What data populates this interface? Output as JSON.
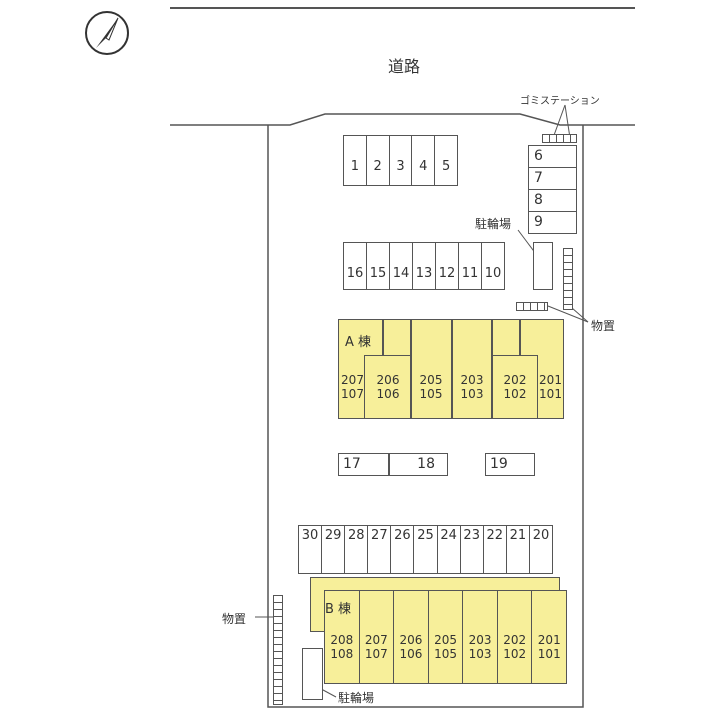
{
  "road_label": "道路",
  "garbage_station_label": "ゴミステーション",
  "bicycle_parking_label": "駐輪場",
  "storage_label": "物置",
  "parking_row_1": [
    "1",
    "2",
    "3",
    "4",
    "5"
  ],
  "parking_col_right": [
    "6",
    "7",
    "8",
    "9"
  ],
  "parking_row_2": [
    "16",
    "15",
    "14",
    "13",
    "12",
    "11",
    "10"
  ],
  "parking_mid": {
    "left": "17",
    "right": "18",
    "single": "19"
  },
  "parking_row_3": [
    "30",
    "29",
    "28",
    "27",
    "26",
    "25",
    "24",
    "23",
    "22",
    "21",
    "20"
  ],
  "building_a": {
    "label": "A 棟",
    "units": [
      {
        "upper": "207",
        "lower": "107"
      },
      {
        "upper": "206",
        "lower": "106"
      },
      {
        "upper": "205",
        "lower": "105"
      },
      {
        "upper": "203",
        "lower": "103"
      },
      {
        "upper": "202",
        "lower": "102"
      },
      {
        "upper": "201",
        "lower": "101"
      }
    ]
  },
  "building_b": {
    "label": "B 棟",
    "units": [
      {
        "upper": "208",
        "lower": "108"
      },
      {
        "upper": "207",
        "lower": "107"
      },
      {
        "upper": "206",
        "lower": "106"
      },
      {
        "upper": "205",
        "lower": "105"
      },
      {
        "upper": "203",
        "lower": "103"
      },
      {
        "upper": "202",
        "lower": "102"
      },
      {
        "upper": "201",
        "lower": "101"
      }
    ]
  },
  "colors": {
    "building": "#f7ef9a",
    "line": "#555555"
  }
}
